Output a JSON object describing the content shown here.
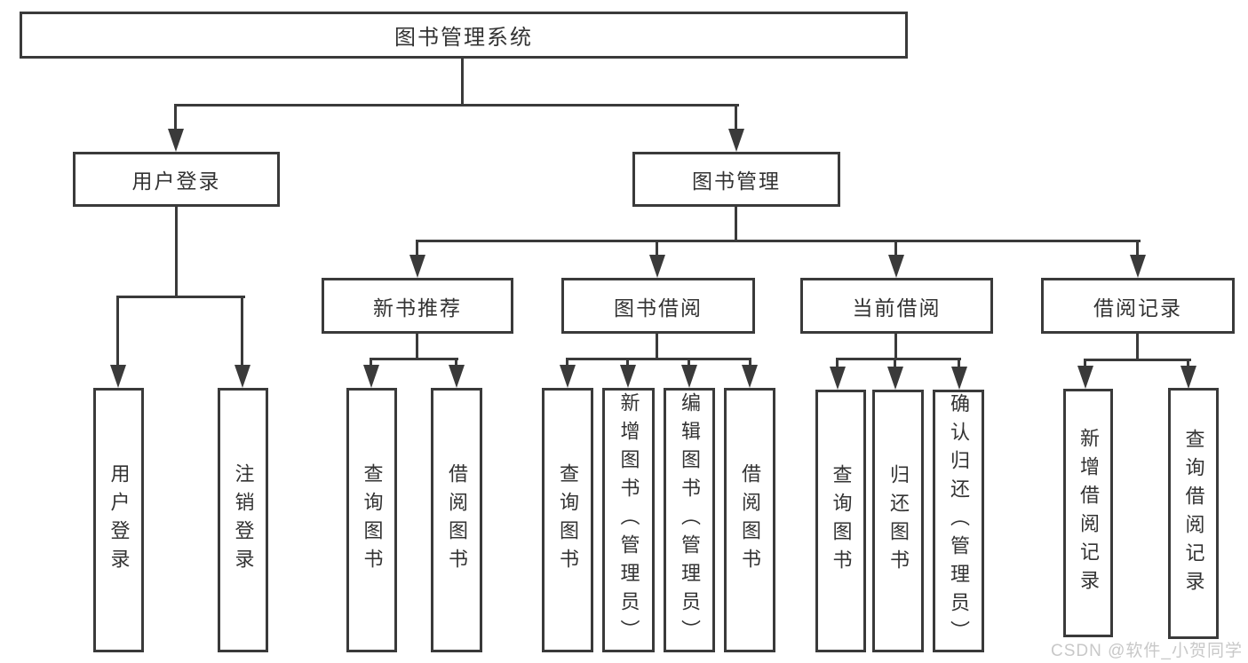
{
  "diagram": {
    "root": {
      "label": "图书管理系统"
    },
    "branches": [
      {
        "label": "用户登录",
        "children": [
          {
            "label": "用户登录"
          },
          {
            "label": "注销登录"
          }
        ]
      },
      {
        "label": "图书管理",
        "children": [
          {
            "label": "新书推荐",
            "children": [
              {
                "label": "查询图书"
              },
              {
                "label": "借阅图书"
              }
            ]
          },
          {
            "label": "图书借阅",
            "children": [
              {
                "label": "查询图书"
              },
              {
                "label": "新增图书（管理员）"
              },
              {
                "label": "编辑图书（管理员）"
              },
              {
                "label": "借阅图书"
              }
            ]
          },
          {
            "label": "当前借阅",
            "children": [
              {
                "label": "查询图书"
              },
              {
                "label": "归还图书"
              },
              {
                "label": "确认归还（管理员）"
              }
            ]
          },
          {
            "label": "借阅记录",
            "children": [
              {
                "label": "新增借阅记录"
              },
              {
                "label": "查询借阅记录"
              }
            ]
          }
        ]
      }
    ]
  },
  "watermark": {
    "text": "CSDN @软件_小贺同学"
  },
  "colors": {
    "background": "#ffffff",
    "line": "#3a3a3a",
    "text": "#333333",
    "watermark": "#c8c8c8"
  }
}
